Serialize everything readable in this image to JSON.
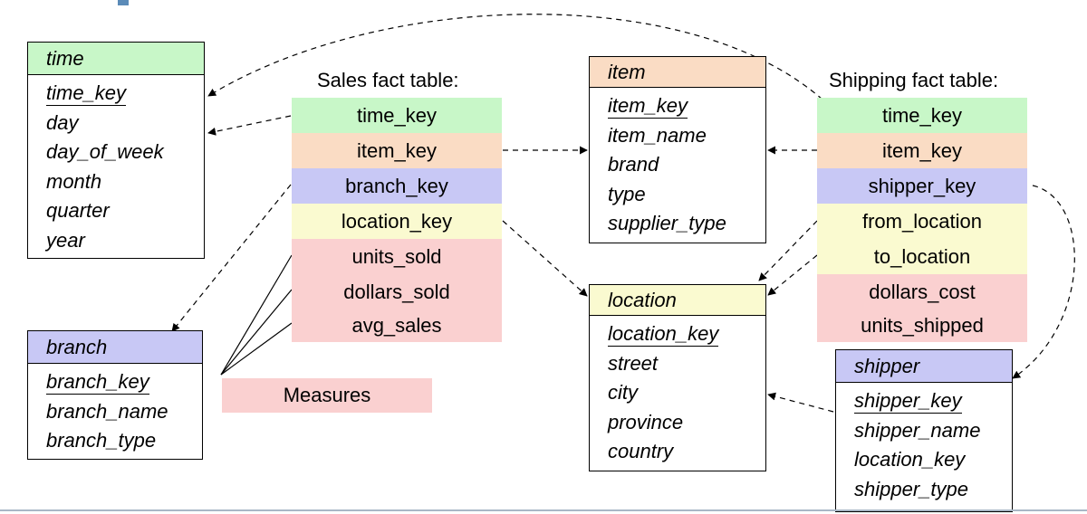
{
  "colors": {
    "green": "#c8f7c8",
    "peach": "#fadcc4",
    "blue": "#c8c8f5",
    "yellow": "#fafad0",
    "pink": "#fad0d0"
  },
  "dimensions": {
    "time": {
      "title": "time",
      "attributes": [
        "time_key",
        "day",
        "day_of_week",
        "month",
        "quarter",
        "year"
      ]
    },
    "item": {
      "title": "item",
      "attributes": [
        "item_key",
        "item_name",
        "brand",
        "type",
        "supplier_type"
      ]
    },
    "location": {
      "title": "location",
      "attributes": [
        "location_key",
        "street",
        "city",
        "province",
        "country"
      ]
    },
    "branch": {
      "title": "branch",
      "attributes": [
        "branch_key",
        "branch_name",
        "branch_type"
      ]
    },
    "shipper": {
      "title": "shipper",
      "attributes": [
        "shipper_key",
        "shipper_name",
        "location_key",
        "shipper_type"
      ]
    }
  },
  "sales_fact": {
    "title": "Sales fact table:",
    "rows": [
      "time_key",
      "item_key",
      "branch_key",
      "location_key",
      "units_sold",
      "dollars_sold",
      "avg_sales"
    ]
  },
  "shipping_fact": {
    "title": "Shipping fact table:",
    "rows": [
      "time_key",
      "item_key",
      "shipper_key",
      "from_location",
      "to_location",
      "dollars_cost",
      "units_shipped"
    ]
  },
  "legend": {
    "measures_label": "Measures"
  }
}
